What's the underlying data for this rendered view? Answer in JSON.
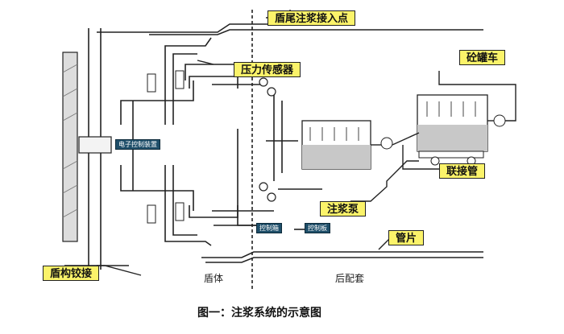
{
  "labels": {
    "shield_tail_grouting_point": "盾尾注浆接入点",
    "pressure_sensor": "压力传感器",
    "concrete_tanker": "砼罐车",
    "connecting_pipe": "联接管",
    "grouting_pump": "注浆泵",
    "control_box": "控制箱",
    "control_panel": "控制板",
    "segment": "管片",
    "shield_cutterhead": "盾构铰接",
    "shield_body": "盾体",
    "backup_trailer": "后配套",
    "electronic_control": "电子控制装置"
  },
  "caption": "图一：注浆系统的示意图",
  "colors": {
    "label_fill": "#fbf36a",
    "control_fill": "#1f4f6a",
    "line": "#222222"
  }
}
